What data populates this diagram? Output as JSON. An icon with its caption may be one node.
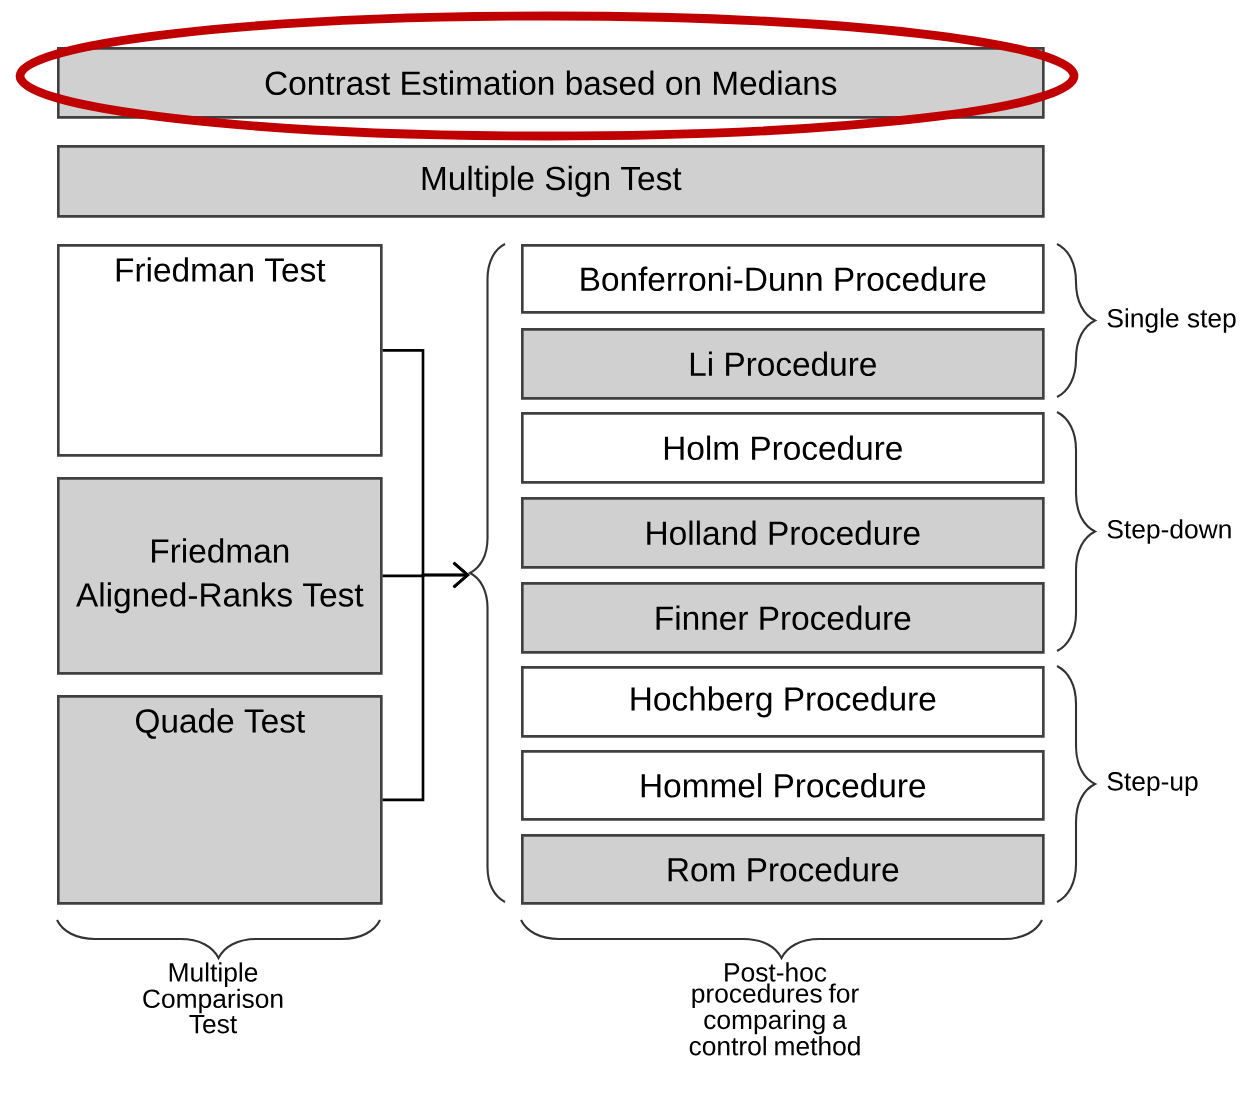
{
  "diagram": {
    "nodes": [
      {
        "text": [
          "Contrast Estimation based on Medians"
        ]
      },
      {
        "text": [
          "Multiple Sign Test"
        ]
      },
      {
        "text": [
          "Friedman Test"
        ]
      },
      {
        "text": [
          "Friedman Aligned-Ranks Test"
        ]
      },
      {
        "text": [
          "Quade Test"
        ]
      },
      {
        "text": [
          "Bonferroni-Dunn Procedure"
        ]
      },
      {
        "text": [
          "Li Procedure"
        ]
      },
      {
        "text": [
          "Holm Procedure"
        ]
      },
      {
        "text": [
          "Holland Procedure"
        ]
      },
      {
        "text": [
          "Finner Procedure"
        ]
      },
      {
        "text": [
          "Hochberg Procedure"
        ]
      },
      {
        "text": [
          "Hommel Procedure"
        ]
      },
      {
        "text": [
          "Rom Procedure"
        ]
      },
      {
        "text": [],
        "shape": "brace"
      }
    ],
    "edges": [
      {
        "from": 2,
        "to": 13,
        "arrow": "to"
      },
      {
        "from": 3,
        "to": 13,
        "arrow": "to"
      },
      {
        "from": 4,
        "to": 13,
        "arrow": "to"
      }
    ],
    "labels": [
      "Single step",
      "Step-down",
      "Step-up",
      "Multiple Comparison Test",
      "Post-hoc procedures for comparing a control method"
    ]
  }
}
